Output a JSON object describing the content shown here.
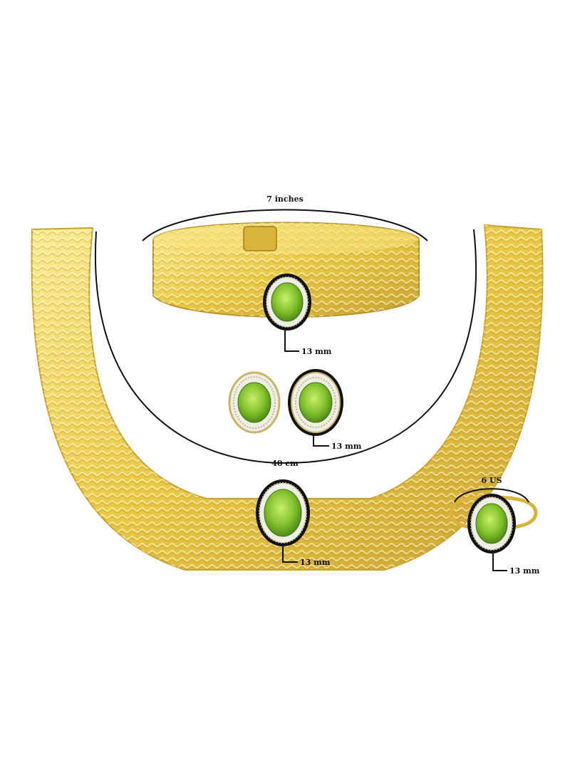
{
  "labels": {
    "bracelet_length": "7 inches",
    "necklace_length": "40 cm",
    "ring_size": "6 US",
    "bracelet_stone": "13 mm",
    "earring_stone": "13 mm",
    "necklace_stone": "13 mm",
    "ring_stone": "13 mm"
  },
  "colors": {
    "background": "#ffffff",
    "gold_light": "#f6e27a",
    "gold": "#e4c23a",
    "gold_dark": "#b8912a",
    "peridot_light": "#b8e35a",
    "peridot": "#7fbf2a",
    "peridot_dark": "#4d8a14",
    "diamond": "#f2f2ea",
    "outline": "#111111"
  }
}
